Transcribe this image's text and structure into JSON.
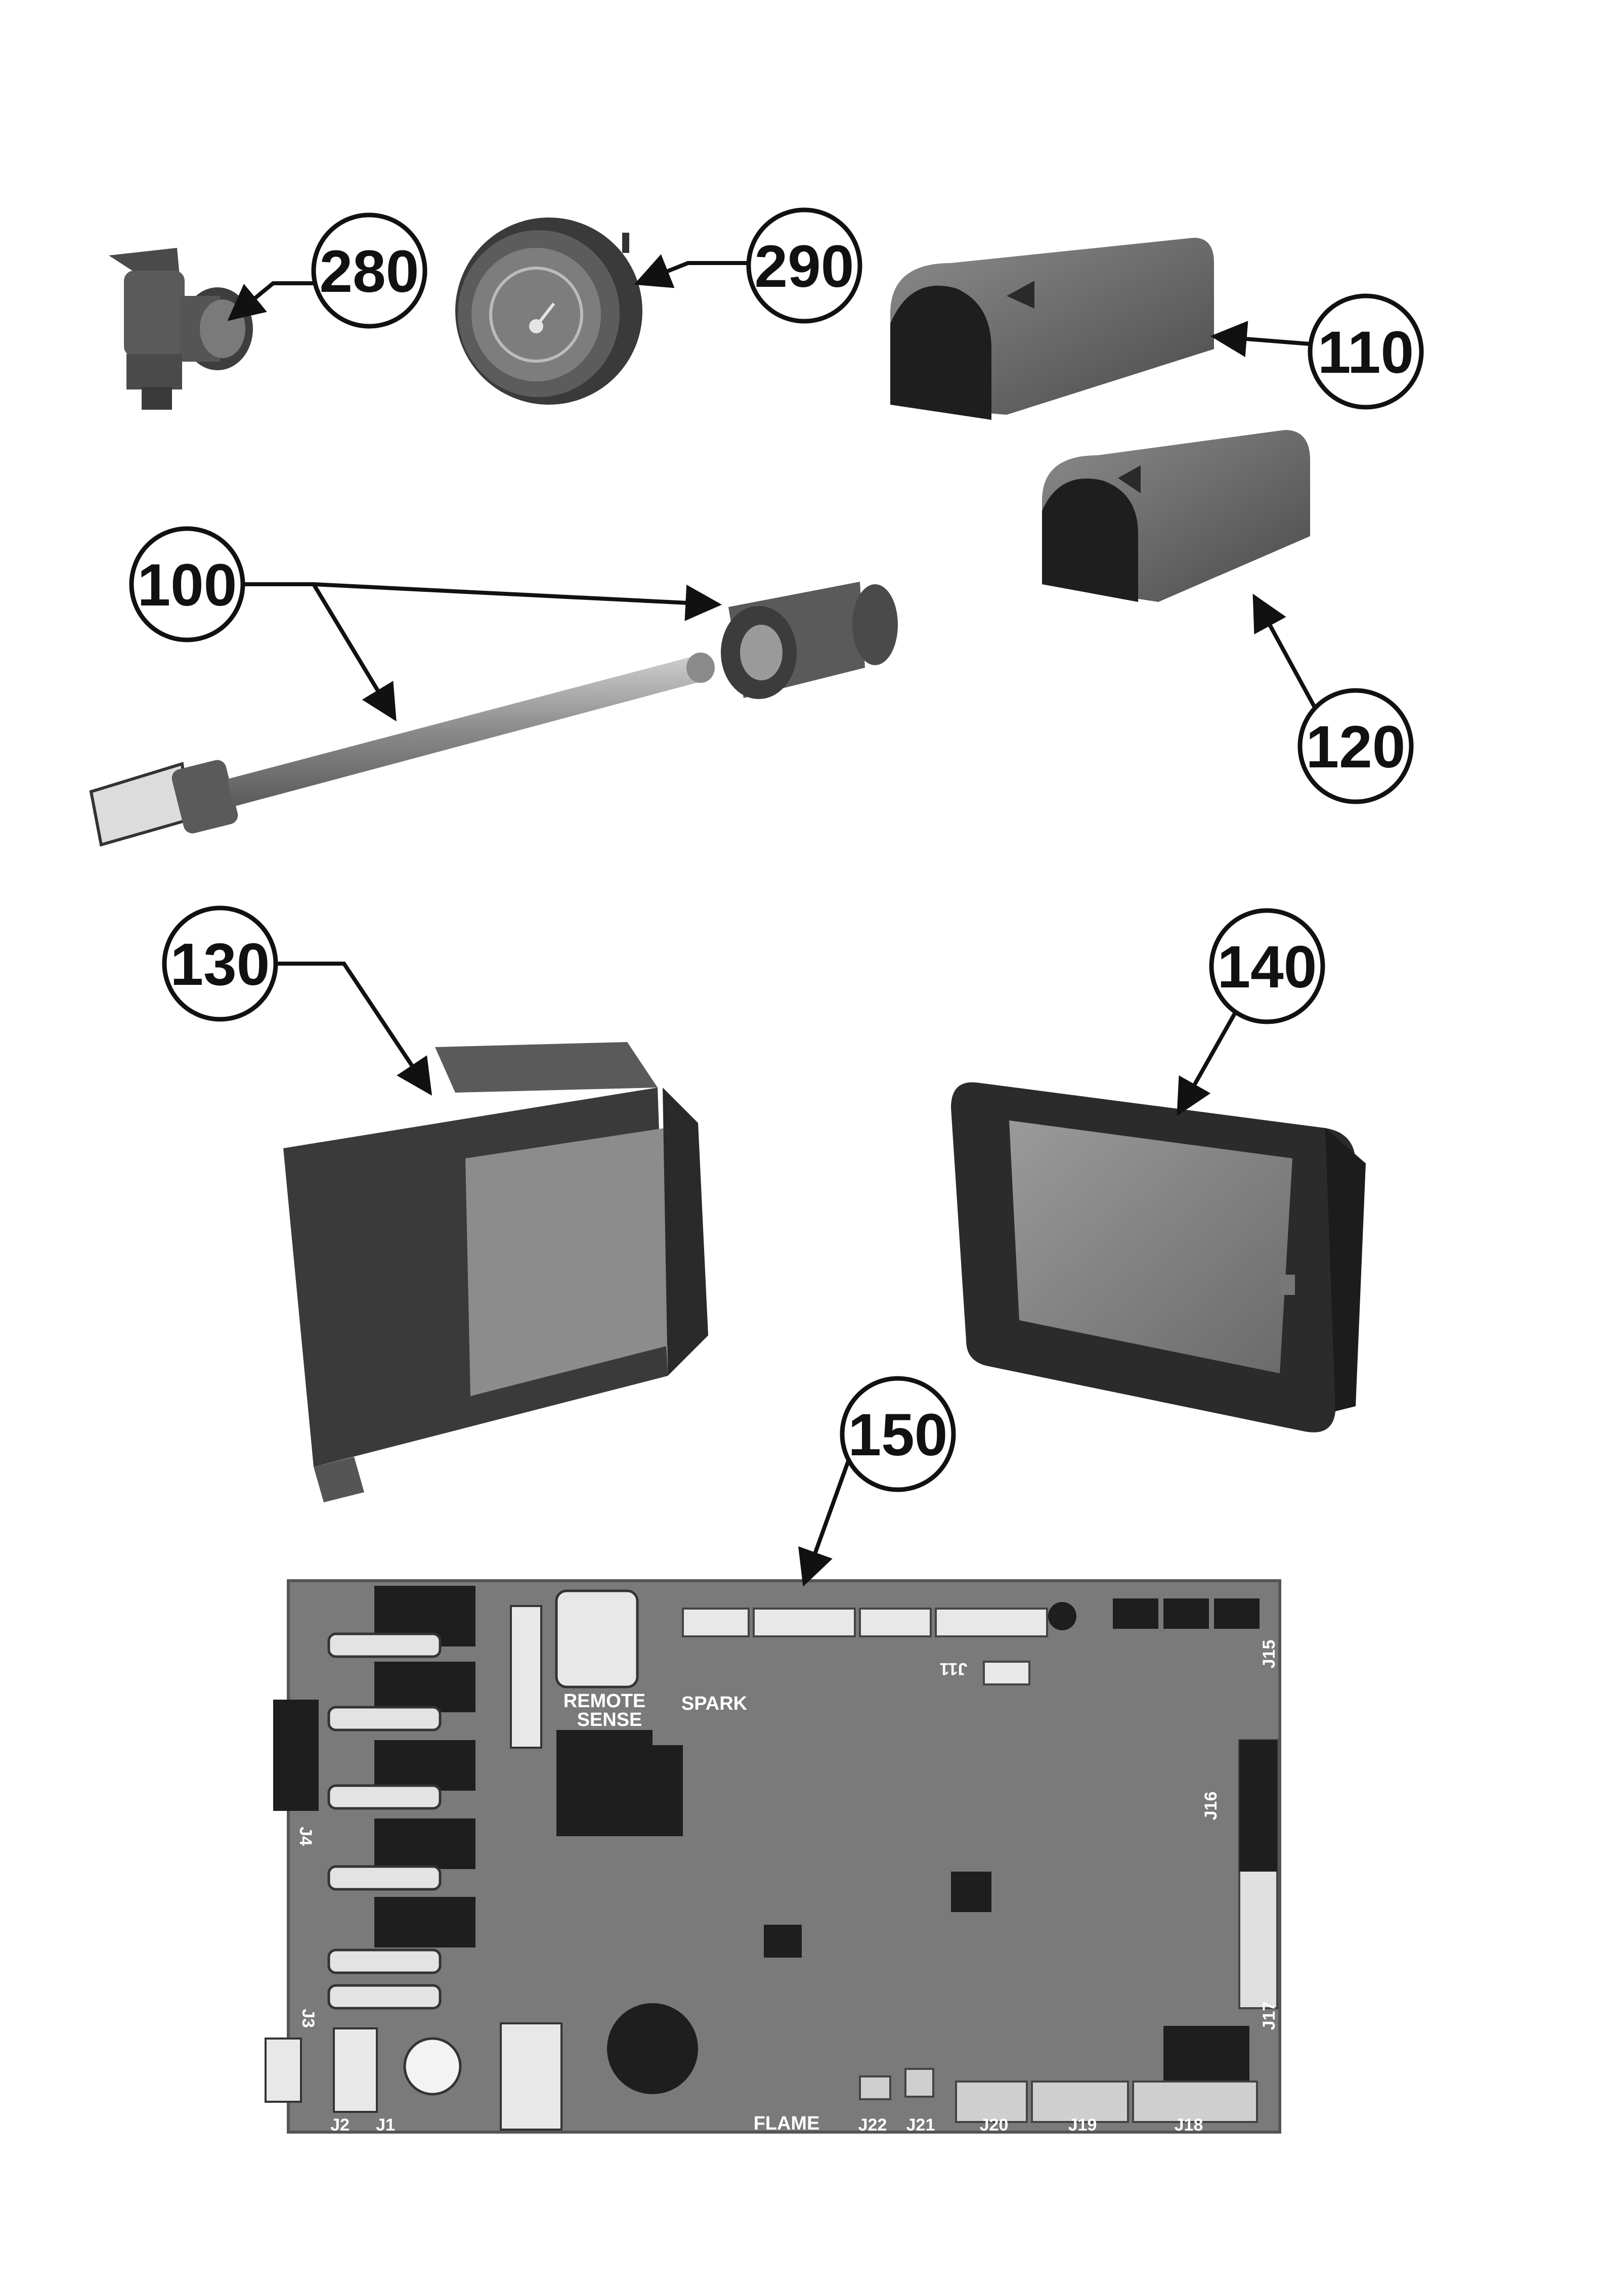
{
  "colors": {
    "ink": "#111111",
    "part_dark": "#3c3c3c",
    "part_mid": "#6e6e6e",
    "part_light": "#a8a8a8",
    "pcb_board": "#7a7a7a",
    "pcb_component": "#1e1e1e",
    "pcb_label": "#ffffff"
  },
  "callouts": [
    {
      "id": "c280",
      "label": "280",
      "part": "pressure-relief-valve"
    },
    {
      "id": "c290",
      "label": "290",
      "part": "temperature-pressure-gauge"
    },
    {
      "id": "c110",
      "label": "110",
      "part": "sensor-cover-upper"
    },
    {
      "id": "c120",
      "label": "120",
      "part": "sensor-cover-lower"
    },
    {
      "id": "c100",
      "label": "100",
      "part": "heating-element-and-bushing"
    },
    {
      "id": "c130",
      "label": "130",
      "part": "transformer"
    },
    {
      "id": "c140",
      "label": "140",
      "part": "touchscreen-display"
    },
    {
      "id": "c150",
      "label": "150",
      "part": "control-board"
    }
  ],
  "pcb_labels": {
    "remote": "REMOTE",
    "sense": "SENSE",
    "spark": "SPARK",
    "flame": "FLAME",
    "j1": "J1",
    "j2": "J2",
    "j3": "J3",
    "j4": "J4",
    "j11": "J11",
    "j15": "J15",
    "j16": "J16",
    "j17": "J17",
    "j18": "J18",
    "j19": "J19",
    "j20": "J20",
    "j21": "J21",
    "j22": "J22"
  }
}
